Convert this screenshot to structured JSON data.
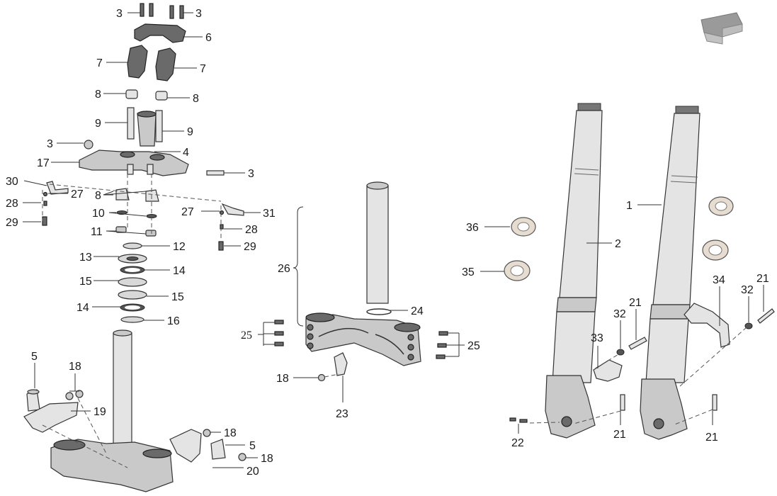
{
  "callouts": {
    "c1": "1",
    "c2": "2",
    "c3": "3",
    "c4": "4",
    "c5": "5",
    "c6": "6",
    "c7": "7",
    "c8": "8",
    "c9": "9",
    "c10": "10",
    "c11": "11",
    "c12": "12",
    "c13": "13",
    "c14": "14",
    "c15": "15",
    "c16": "16",
    "c17": "17",
    "c18": "18",
    "c19": "19",
    "c20": "20",
    "c21": "21",
    "c22": "22",
    "c23": "23",
    "c24": "24",
    "c25": "25",
    "c26": "26",
    "c27": "27",
    "c28": "28",
    "c29": "29",
    "c30": "30",
    "c31": "31",
    "c32": "32",
    "c33": "33",
    "c34": "34",
    "c35": "35",
    "c36": "36"
  },
  "icons": {
    "direction": "direction-arrow-icon"
  }
}
